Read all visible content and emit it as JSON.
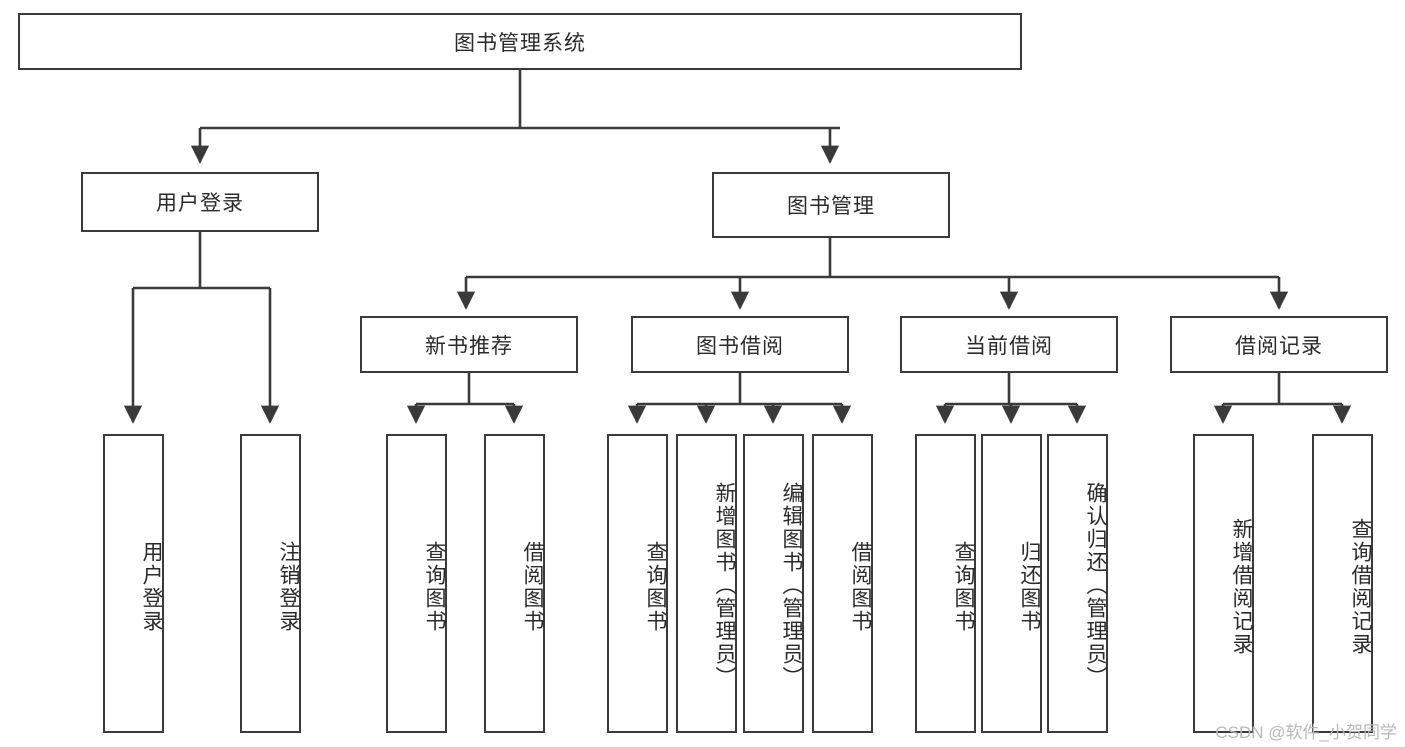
{
  "diagram": {
    "type": "tree-hierarchy-chart",
    "title": "图书管理系统",
    "colors": {
      "stroke": "#3a3a3a",
      "text": "#2b2b2b",
      "background": "#ffffff",
      "watermark": "#b8b8b8"
    },
    "root": {
      "label": "图书管理系统",
      "children": [
        {
          "label": "用户登录",
          "children": [
            {
              "label": "用户登录"
            },
            {
              "label": "注销登录"
            }
          ]
        },
        {
          "label": "图书管理",
          "children": [
            {
              "label": "新书推荐",
              "children": [
                {
                  "label": "查询图书"
                },
                {
                  "label": "借阅图书"
                }
              ]
            },
            {
              "label": "图书借阅",
              "children": [
                {
                  "label": "查询图书"
                },
                {
                  "label": "新增图书（管理员）"
                },
                {
                  "label": "编辑图书（管理员）"
                },
                {
                  "label": "借阅图书"
                }
              ]
            },
            {
              "label": "当前借阅",
              "children": [
                {
                  "label": "查询图书"
                },
                {
                  "label": "归还图书"
                },
                {
                  "label": "确认归还（管理员）"
                }
              ]
            },
            {
              "label": "借阅记录",
              "children": [
                {
                  "label": "新增借阅记录"
                },
                {
                  "label": "查询借阅记录"
                }
              ]
            }
          ]
        }
      ]
    }
  },
  "watermark": {
    "text": "CSDN @软件_小贺同学"
  }
}
